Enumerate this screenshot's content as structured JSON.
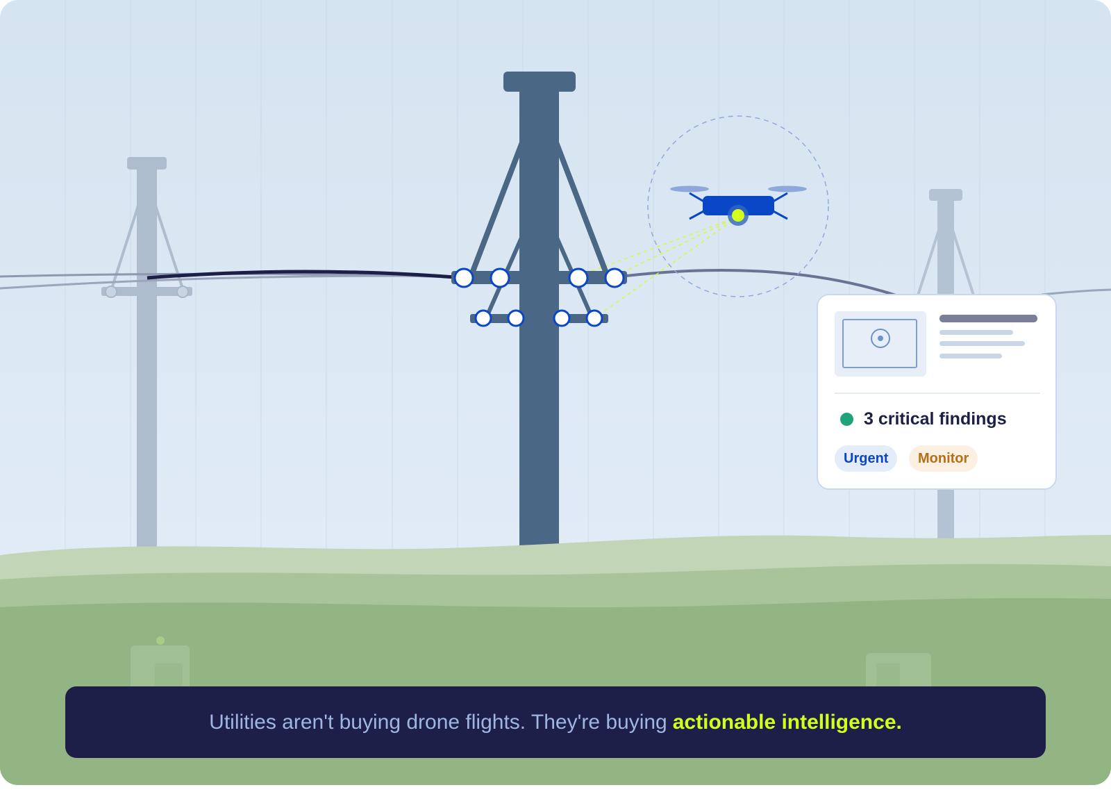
{
  "findings_card": {
    "count_text": "3 critical findings",
    "status_color": "#20a37a",
    "badges": [
      {
        "label": "Urgent",
        "color": "#0a47c6"
      },
      {
        "label": "Monitor",
        "color": "#b76f17"
      }
    ],
    "thumbnail_icon": "target-icon"
  },
  "banner": {
    "text": "Utilities aren't buying drone flights. They're buying",
    "highlight": "actionable intelligence.",
    "highlight_color": "#d4ff1a"
  },
  "drone": {
    "icon": "drone-icon",
    "body_color": "#0a47c6",
    "camera_color": "#d4ff1a"
  },
  "colors": {
    "sky_top": "#d5e4f1",
    "sky_bottom": "#e4edf7",
    "tower": "#4a6885",
    "insulator_ring": "#0a47c6",
    "grass": "#93b584",
    "banner_bg": "#1d1f49"
  }
}
